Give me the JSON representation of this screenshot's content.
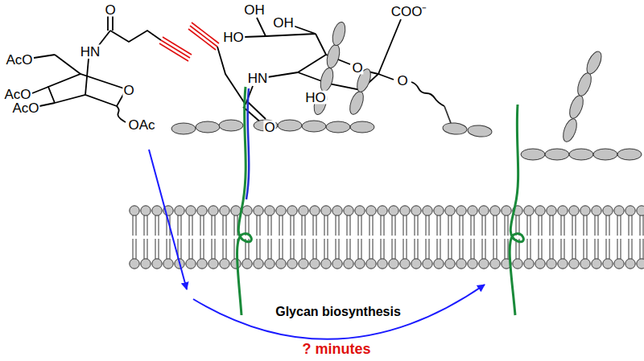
{
  "diagram": {
    "labels": [
      "O",
      "HN",
      "AcO",
      "AcO",
      "AcO",
      "O",
      "OAc",
      "OH",
      "OH",
      "HO",
      "COO⁻",
      "HN",
      "O",
      "HO",
      "O",
      "O",
      "Glycan biosynthesis",
      "? minutes"
    ]
  }
}
